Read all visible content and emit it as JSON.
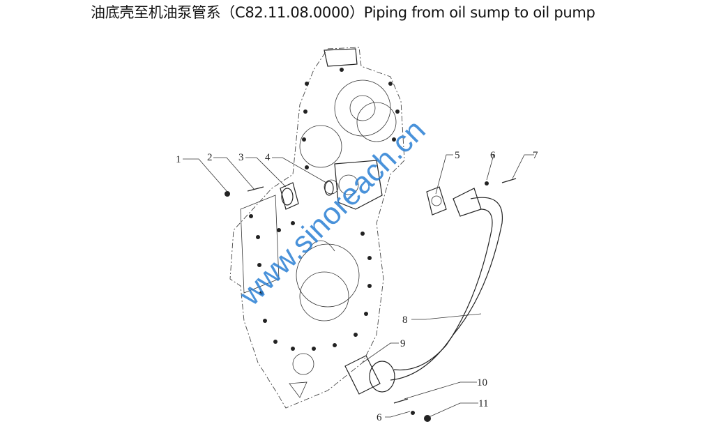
{
  "title": "油底壳至机油泵管系（C82.11.08.0000）Piping from oil sump to oil pump",
  "watermark": "www.sinoreach.cn",
  "callouts": [
    "1",
    "2",
    "3",
    "4",
    "5",
    "6",
    "7",
    "8",
    "9",
    "10",
    "11",
    "6"
  ]
}
